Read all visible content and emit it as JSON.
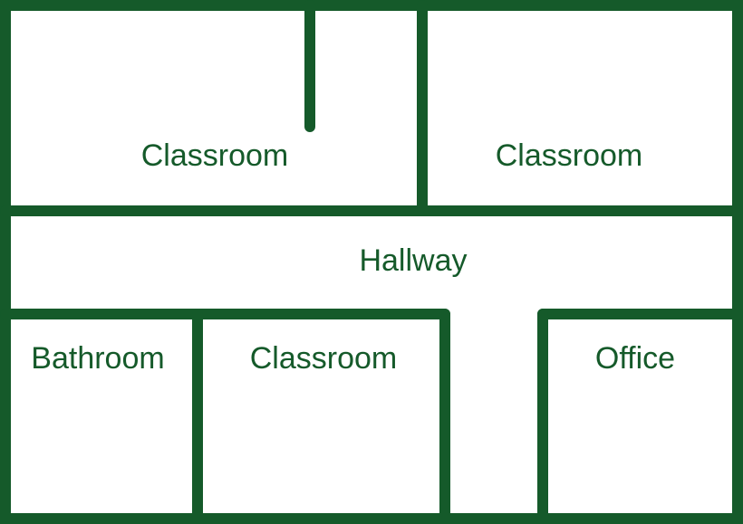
{
  "colors": {
    "wall": "#155a2a",
    "label": "#155a2a",
    "background": "#ffffff"
  },
  "rooms": {
    "classroom_top_left": "Classroom",
    "classroom_top_right": "Classroom",
    "hallway": "Hallway",
    "bathroom": "Bathroom",
    "classroom_bottom": "Classroom",
    "office": "Office"
  }
}
